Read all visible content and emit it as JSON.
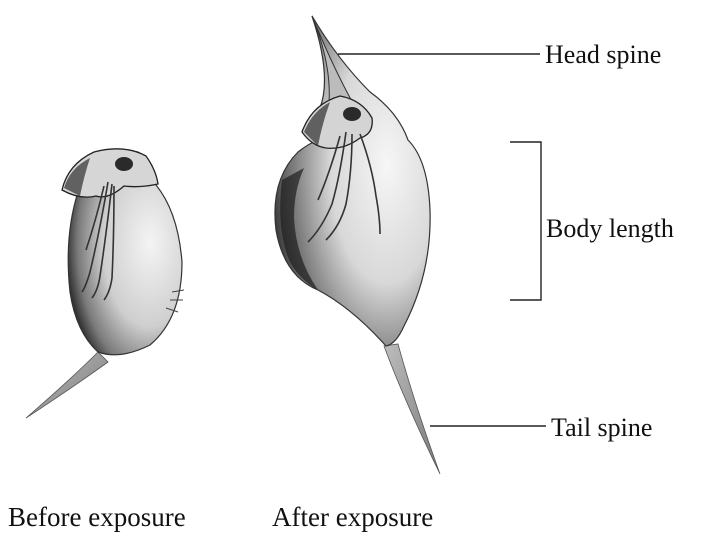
{
  "labels": {
    "head_spine": "Head spine",
    "body_length": "Body length",
    "tail_spine": "Tail spine"
  },
  "captions": {
    "before": "Before exposure",
    "after": "After exposure"
  }
}
